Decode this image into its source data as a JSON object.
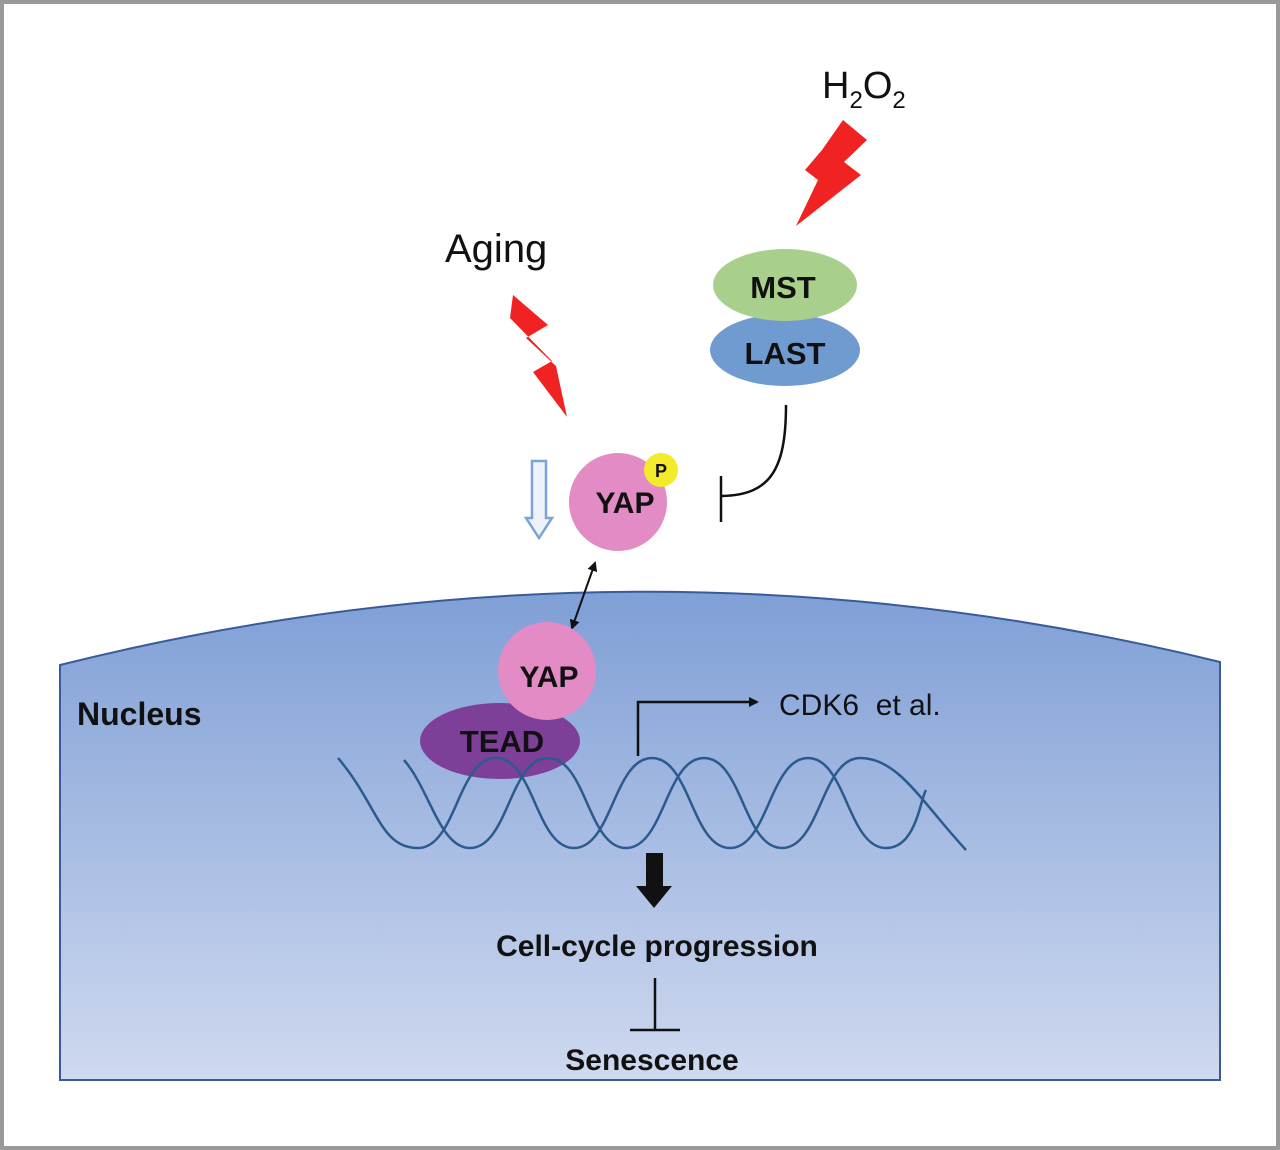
{
  "labels": {
    "h2o2": {
      "h": "H",
      "sub1": "2",
      "o": "O",
      "sub2": "2"
    },
    "aging": "Aging",
    "mst": "MST",
    "last": "LAST",
    "yap_phospho": "YAP",
    "phospho_badge": "P",
    "yap_nuclear": "YAP",
    "tead": "TEAD",
    "nucleus": "Nucleus",
    "target_genes": "CDK6  et al.",
    "cell_cycle": "Cell-cycle progression",
    "senescence": "Senescence"
  },
  "colors": {
    "frame": "#9a9a9a",
    "lightning": "#f02222",
    "mst": "#a9cf8c",
    "last": "#6f9bd1",
    "yap": "#e28bc4",
    "phospho": "#f2ea2a",
    "tead": "#7e3f98",
    "nucleus_top": "#7f9fd6",
    "nucleus_bottom": "#ccd7ee",
    "dna": "#2b5a8e",
    "down_arrow": "#7aa3d6"
  }
}
